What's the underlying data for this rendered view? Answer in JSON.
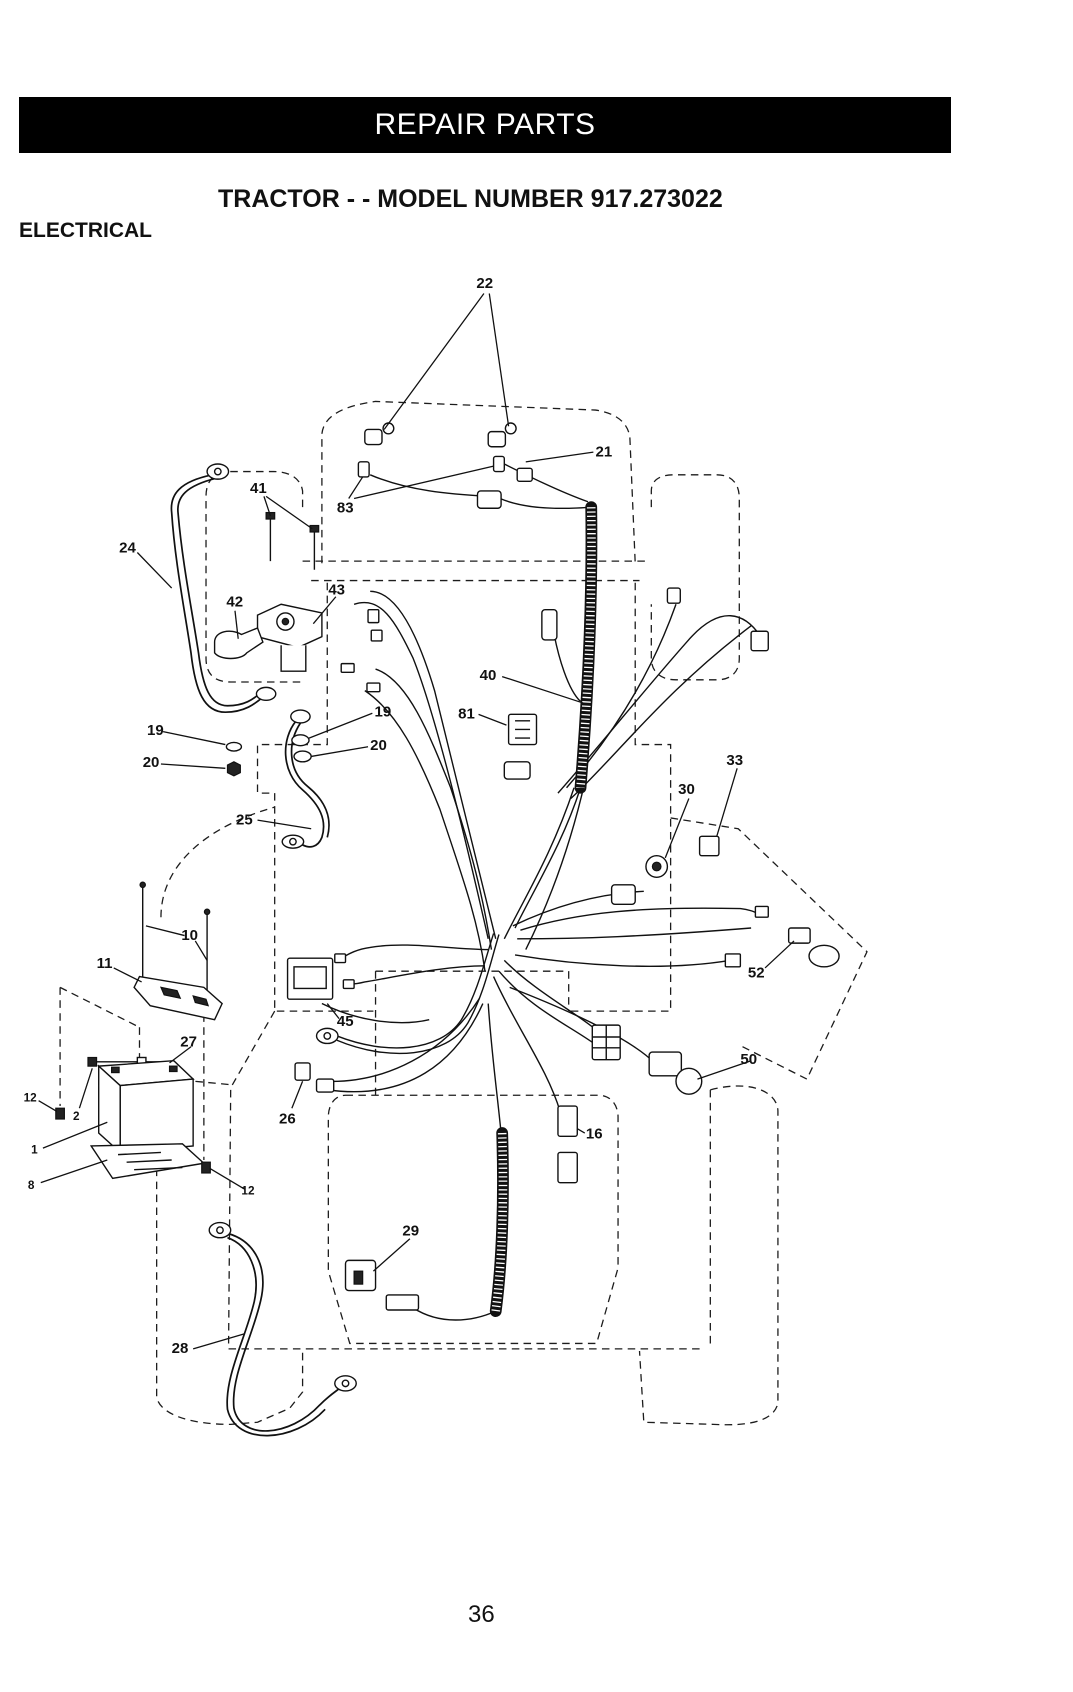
{
  "header": {
    "title": "REPAIR PARTS"
  },
  "model_title": "TRACTOR - - MODEL NUMBER 917.273022",
  "section": "ELECTRICAL",
  "diagram": {
    "callouts": [
      "22",
      "21",
      "83",
      "41",
      "24",
      "43",
      "42",
      "40",
      "81",
      "19",
      "20",
      "19",
      "20",
      "25",
      "33",
      "30",
      "10",
      "11",
      "45",
      "52",
      "27",
      "50",
      "12",
      "2",
      "1",
      "8",
      "26",
      "16",
      "12",
      "29",
      "28"
    ]
  },
  "page_number": "36",
  "colors": {
    "header_bg": "#000000",
    "header_text": "#ffffff",
    "ink": "#111111",
    "page_bg": "#ffffff"
  }
}
